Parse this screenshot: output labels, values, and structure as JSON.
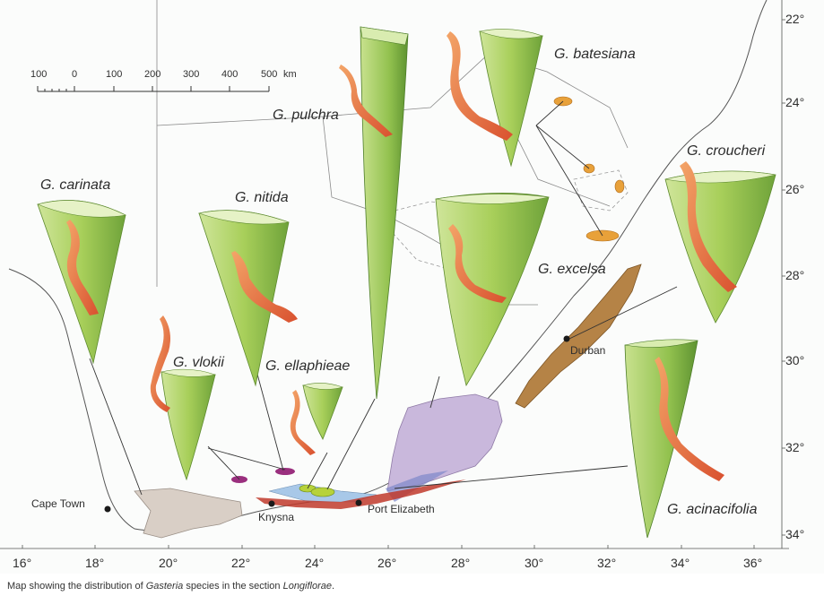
{
  "caption": {
    "prefix": "Map showing the distribution of ",
    "genus": "Gasteria",
    "middle": " species in the section ",
    "section": "Longiflorae",
    "suffix": "."
  },
  "scale_bar": {
    "ticks": [
      "100",
      "0",
      "100",
      "200",
      "300",
      "400",
      "500"
    ],
    "unit": "km"
  },
  "longitudes": [
    "16°",
    "18°",
    "20°",
    "22°",
    "24°",
    "26°",
    "28°",
    "30°",
    "32°",
    "34°",
    "36°"
  ],
  "latitudes": [
    "22°",
    "24°",
    "26°",
    "28°",
    "30°",
    "32°",
    "34°"
  ],
  "species": {
    "carinata": "G. carinata",
    "nitida": "G. nitida",
    "pulchra": "G. pulchra",
    "batesiana": "G. batesiana",
    "croucheri": "G. croucheri",
    "excelsa": "G. excelsa",
    "vlokii": "G. vlokii",
    "ellaphieae": "G. ellaphieae",
    "acinacifolia": "G. acinacifolia"
  },
  "cities": {
    "cape_town": "Cape Town",
    "knysna": "Knysna",
    "port_elizabeth": "Port Elizabeth",
    "durban": "Durban"
  },
  "colors": {
    "carinata_range": "#d9cfc6",
    "excelsa_range": "#c9b8dc",
    "croucheri_range": "#b58346",
    "batesiana_range": "#e8a13a",
    "acinacifolia_range": "#c0392b",
    "vlokii_range": "#9a2f7e",
    "ellaphieae_range": "#b7d23a",
    "leaf_green": "#a9cf5c",
    "flower_orange": "#e5673a"
  }
}
